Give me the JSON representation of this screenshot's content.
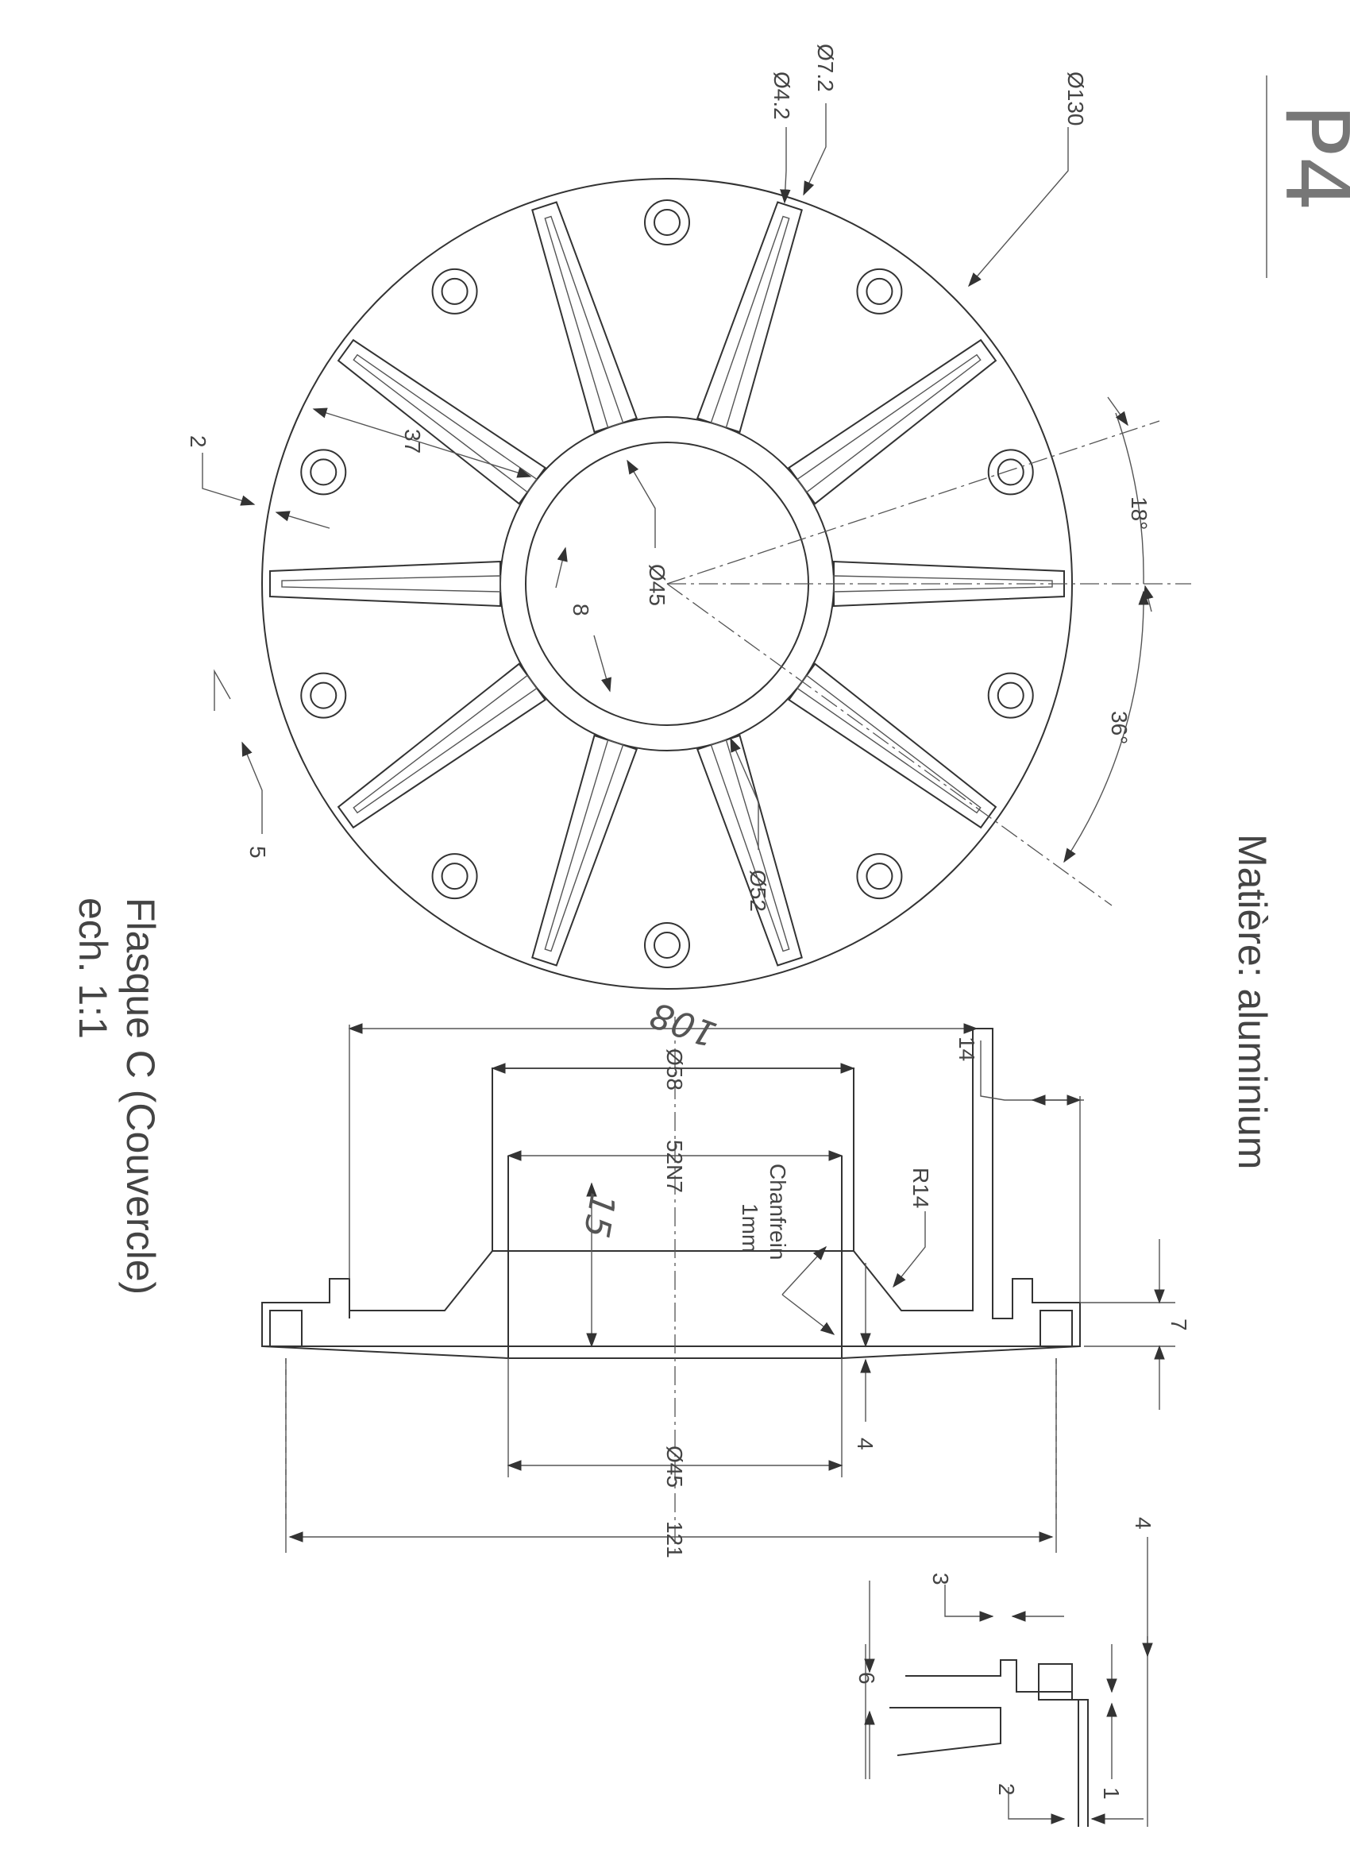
{
  "sheet_tag": "P4",
  "material": "Matière: aluminium",
  "part_name": "Flasque C (Couvercle)",
  "scale": "ech. 1:1",
  "top_view": {
    "dia_outer": "Ø130",
    "dia_hole_outer": "Ø7.2",
    "dia_hole_inner": "Ø4.2",
    "dia_bore": "Ø45",
    "dia_ring": "Ø52",
    "angle_half": "18°",
    "angle_pitch": "36°",
    "rib_length": "37",
    "rib_width_top": "2",
    "rib_width_bottom": "5",
    "rib_gap": "8"
  },
  "side_view": {
    "overall_width_handwritten": "108",
    "dia_hub": "Ø58",
    "bore_fit": "52N7",
    "hub_height_handwritten": "15",
    "chamfer_label": "Chanfrein",
    "chamfer_value": "1mm",
    "fillet": "R14",
    "step": "14",
    "height_7": "7",
    "thick_4": "4",
    "dia_bottom": "Ø45",
    "overall_121": "121"
  },
  "detail_view": {
    "d_4": "4",
    "d_3": "3",
    "d_6": "6",
    "d_2": "2",
    "d_1": "1"
  }
}
